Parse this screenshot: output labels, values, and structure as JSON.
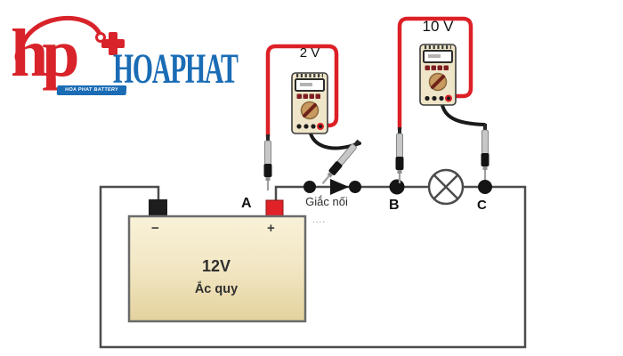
{
  "logo": {
    "hp": "hp",
    "brand": "HOAPHAT",
    "banner": "HOA PHAT BATTERY",
    "red": "#d8232a",
    "blue": "#1a6cb5"
  },
  "meters": {
    "meter1_label": "2 V",
    "meter2_label": "10 V"
  },
  "circuit": {
    "node_a": "A",
    "node_b": "B",
    "node_c": "C",
    "connector_label": "Giắc nối",
    "ellipsis": "....",
    "battery": {
      "minus": "−",
      "plus": "+",
      "voltage": "12V",
      "name": "Ắc quy"
    }
  },
  "colors": {
    "wire_red": "#dd2027",
    "wire_black": "#1a1a1a",
    "wire_gray": "#4c4c4c",
    "battery_fill": "#f1e6c2",
    "meter_body": "#efe5c8"
  }
}
